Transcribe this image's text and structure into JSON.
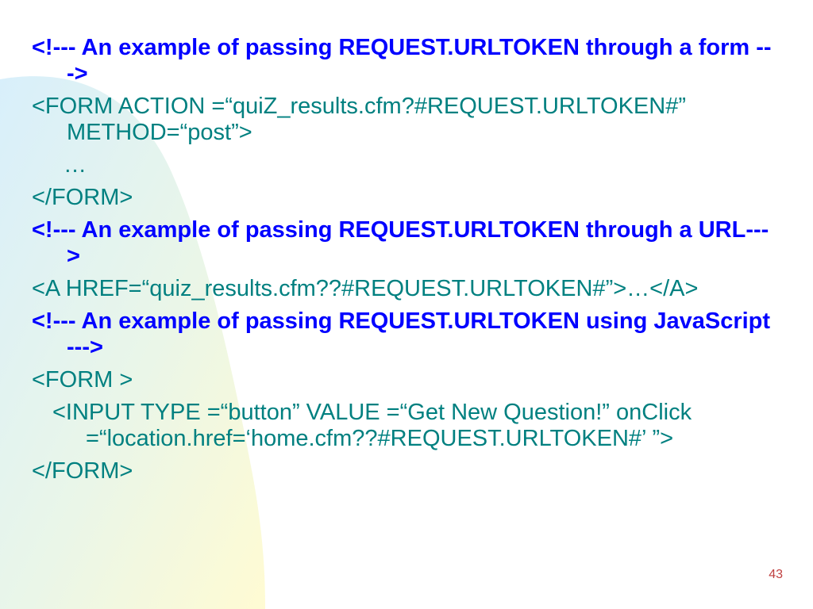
{
  "slide": {
    "page_number": "43",
    "colors": {
      "comment": "#0000ff",
      "code": "#008080",
      "page_number": "#c04040",
      "background_shape": "#dceff7"
    },
    "lines": [
      {
        "text": "<!--- An example of passing REQUEST.URLTOKEN through a form --->",
        "kind": "comment"
      },
      {
        "text": "<FORM ACTION =“quiZ_results.cfm?#REQUEST.URLTOKEN#” METHOD=“post”>",
        "kind": "code"
      },
      {
        "text": "…",
        "kind": "code-indent"
      },
      {
        "text": "</FORM>",
        "kind": "code"
      },
      {
        "text": "<!--- An example of passing REQUEST.URLTOKEN through a URL--->",
        "kind": "comment"
      },
      {
        "text": "<A HREF=“quiz_results.cfm??#REQUEST.URLTOKEN#”>…</A>",
        "kind": "code"
      },
      {
        "text": "<!--- An example of passing REQUEST.URLTOKEN using JavaScript --->",
        "kind": "comment"
      },
      {
        "text": "<FORM >",
        "kind": "code"
      },
      {
        "text": "<INPUT TYPE =“button” VALUE =“Get New Question!” onClick =“location.href=‘home.cfm??#REQUEST.URLTOKEN#’ ”>",
        "kind": "code-indent2"
      },
      {
        "text": "</FORM>",
        "kind": "code"
      }
    ]
  }
}
